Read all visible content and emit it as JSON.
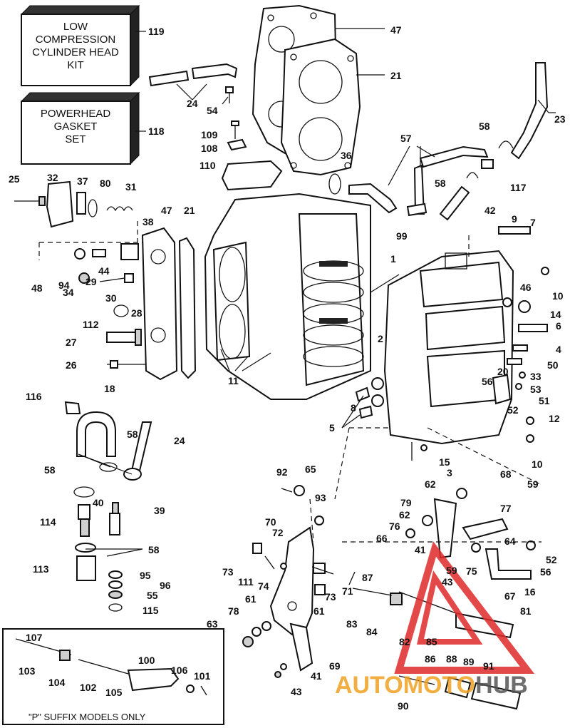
{
  "kits": [
    {
      "lines": [
        "LOW",
        "COMPRESSION",
        "CYLINDER HEAD",
        "KIT"
      ],
      "number": "119"
    },
    {
      "lines": [
        "POWERHEAD",
        "GASKET",
        "SET"
      ],
      "number": "118"
    }
  ],
  "inset_note": "\"P\" SUFFIX MODELS ONLY",
  "watermark": {
    "part1": "AUTO",
    "part2": "MOTO",
    "part3": "HUB",
    "color_red": "#e02a2a",
    "color_orange": "#f0a020",
    "color_gray": "#555555"
  },
  "callouts": [
    {
      "id": "c47a",
      "text": "47"
    },
    {
      "id": "c21a",
      "text": "21"
    },
    {
      "id": "c24a",
      "text": "24"
    },
    {
      "id": "c54",
      "text": "54"
    },
    {
      "id": "c23",
      "text": "23"
    },
    {
      "id": "c109",
      "text": "109"
    },
    {
      "id": "c108",
      "text": "108"
    },
    {
      "id": "c110",
      "text": "110"
    },
    {
      "id": "c36",
      "text": "36"
    },
    {
      "id": "c57",
      "text": "57"
    },
    {
      "id": "c58a",
      "text": "58"
    },
    {
      "id": "c58b",
      "text": "58"
    },
    {
      "id": "c117",
      "text": "117"
    },
    {
      "id": "c42",
      "text": "42"
    },
    {
      "id": "c99",
      "text": "99"
    },
    {
      "id": "c25",
      "text": "25"
    },
    {
      "id": "c32",
      "text": "32"
    },
    {
      "id": "c37",
      "text": "37"
    },
    {
      "id": "c80",
      "text": "80"
    },
    {
      "id": "c31",
      "text": "31"
    },
    {
      "id": "c38",
      "text": "38"
    },
    {
      "id": "c47b",
      "text": "47"
    },
    {
      "id": "c21b",
      "text": "21"
    },
    {
      "id": "c9",
      "text": "9"
    },
    {
      "id": "c7",
      "text": "7"
    },
    {
      "id": "c1",
      "text": "1"
    },
    {
      "id": "c48",
      "text": "48"
    },
    {
      "id": "c94",
      "text": "94"
    },
    {
      "id": "c44",
      "text": "44"
    },
    {
      "id": "c34",
      "text": "34"
    },
    {
      "id": "c29",
      "text": "29"
    },
    {
      "id": "c30",
      "text": "30"
    },
    {
      "id": "c28",
      "text": "28"
    },
    {
      "id": "c112",
      "text": "112"
    },
    {
      "id": "c27",
      "text": "27"
    },
    {
      "id": "c26",
      "text": "26"
    },
    {
      "id": "c11",
      "text": "11"
    },
    {
      "id": "c2",
      "text": "2"
    },
    {
      "id": "c10a",
      "text": "10"
    },
    {
      "id": "c46",
      "text": "46"
    },
    {
      "id": "c14",
      "text": "14"
    },
    {
      "id": "c6",
      "text": "6"
    },
    {
      "id": "c4",
      "text": "4"
    },
    {
      "id": "c50",
      "text": "50"
    },
    {
      "id": "c33",
      "text": "33"
    },
    {
      "id": "c53",
      "text": "53"
    },
    {
      "id": "c20",
      "text": "20"
    },
    {
      "id": "c56a",
      "text": "56"
    },
    {
      "id": "c51",
      "text": "51"
    },
    {
      "id": "c116",
      "text": "116"
    },
    {
      "id": "c18",
      "text": "18"
    },
    {
      "id": "c8",
      "text": "8"
    },
    {
      "id": "c52a",
      "text": "52"
    },
    {
      "id": "c12",
      "text": "12"
    },
    {
      "id": "c5",
      "text": "5"
    },
    {
      "id": "c58c",
      "text": "58"
    },
    {
      "id": "c24b",
      "text": "24"
    },
    {
      "id": "c15",
      "text": "15"
    },
    {
      "id": "c10b",
      "text": "10"
    },
    {
      "id": "c58d",
      "text": "58"
    },
    {
      "id": "c92",
      "text": "92"
    },
    {
      "id": "c65",
      "text": "65"
    },
    {
      "id": "c3",
      "text": "3"
    },
    {
      "id": "c62a",
      "text": "62"
    },
    {
      "id": "c68",
      "text": "68"
    },
    {
      "id": "c59a",
      "text": "59"
    },
    {
      "id": "c40",
      "text": "40"
    },
    {
      "id": "c39",
      "text": "39"
    },
    {
      "id": "c93",
      "text": "93"
    },
    {
      "id": "c114",
      "text": "114"
    },
    {
      "id": "c79",
      "text": "79"
    },
    {
      "id": "c77",
      "text": "77"
    },
    {
      "id": "c62b",
      "text": "62"
    },
    {
      "id": "c70",
      "text": "70"
    },
    {
      "id": "c76",
      "text": "76"
    },
    {
      "id": "c72",
      "text": "72"
    },
    {
      "id": "c66",
      "text": "66"
    },
    {
      "id": "c64",
      "text": "64"
    },
    {
      "id": "c58e",
      "text": "58"
    },
    {
      "id": "c41a",
      "text": "41"
    },
    {
      "id": "c52b",
      "text": "52"
    },
    {
      "id": "c73a",
      "text": "73"
    },
    {
      "id": "c59b",
      "text": "59"
    },
    {
      "id": "c75",
      "text": "75"
    },
    {
      "id": "c56b",
      "text": "56"
    },
    {
      "id": "c113",
      "text": "113"
    },
    {
      "id": "c111",
      "text": "111"
    },
    {
      "id": "c74",
      "text": "74"
    },
    {
      "id": "c43a",
      "text": "43"
    },
    {
      "id": "c95",
      "text": "95"
    },
    {
      "id": "c87",
      "text": "87"
    },
    {
      "id": "c16",
      "text": "16"
    },
    {
      "id": "c96",
      "text": "96"
    },
    {
      "id": "c71",
      "text": "71"
    },
    {
      "id": "c67",
      "text": "67"
    },
    {
      "id": "c61a",
      "text": "61"
    },
    {
      "id": "c73b",
      "text": "73"
    },
    {
      "id": "c55",
      "text": "55"
    },
    {
      "id": "c78",
      "text": "78"
    },
    {
      "id": "c61b",
      "text": "61"
    },
    {
      "id": "c115",
      "text": "115"
    },
    {
      "id": "c81",
      "text": "81"
    },
    {
      "id": "c83",
      "text": "83"
    },
    {
      "id": "c84",
      "text": "84"
    },
    {
      "id": "c63",
      "text": "63"
    },
    {
      "id": "c82",
      "text": "82"
    },
    {
      "id": "c85",
      "text": "85"
    },
    {
      "id": "c107",
      "text": "107"
    },
    {
      "id": "c100",
      "text": "100"
    },
    {
      "id": "c69",
      "text": "69"
    },
    {
      "id": "c86",
      "text": "86"
    },
    {
      "id": "c88",
      "text": "88"
    },
    {
      "id": "c89",
      "text": "89"
    },
    {
      "id": "c91",
      "text": "91"
    },
    {
      "id": "c106",
      "text": "106"
    },
    {
      "id": "c101",
      "text": "101"
    },
    {
      "id": "c103",
      "text": "103"
    },
    {
      "id": "c104",
      "text": "104"
    },
    {
      "id": "c102",
      "text": "102"
    },
    {
      "id": "c105",
      "text": "105"
    },
    {
      "id": "c41b",
      "text": "41"
    },
    {
      "id": "c90",
      "text": "90"
    },
    {
      "id": "c43b",
      "text": "43"
    }
  ]
}
